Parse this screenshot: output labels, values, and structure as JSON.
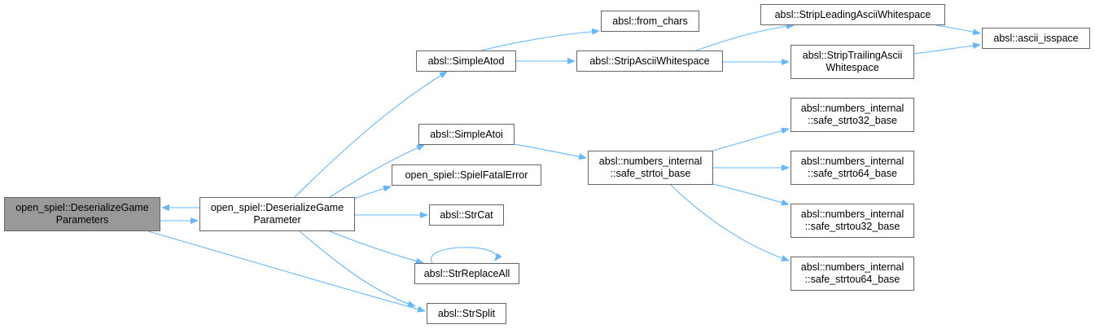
{
  "colors": {
    "edge": "#63b8ff",
    "border": "#666666",
    "root_fill": "#999999",
    "node_fill": "#ffffff"
  },
  "nodes": {
    "root": [
      "open_spiel::DeserializeGame",
      "Parameters"
    ],
    "dgp": [
      "open_spiel::DeserializeGame",
      "Parameter"
    ],
    "simpleatod": [
      "absl::SimpleAtod"
    ],
    "simpleatoi": [
      "absl::SimpleAtoi"
    ],
    "fatal": [
      "open_spiel::SpielFatalError"
    ],
    "strcat": [
      "absl::StrCat"
    ],
    "replaceall": [
      "absl::StrReplaceAll"
    ],
    "strsplit": [
      "absl::StrSplit"
    ],
    "fromchars": [
      "absl::from_chars"
    ],
    "stripascii": [
      "absl::StripAsciiWhitespace"
    ],
    "stripleading": [
      "absl::StripLeadingAsciiWhitespace"
    ],
    "striptrailing": [
      "absl::StripTrailingAscii",
      "Whitespace"
    ],
    "isspace": [
      "absl::ascii_isspace"
    ],
    "strtoi": [
      "absl::numbers_internal",
      "::safe_strtoi_base"
    ],
    "strto32": [
      "absl::numbers_internal",
      "::safe_strto32_base"
    ],
    "strto64": [
      "absl::numbers_internal",
      "::safe_strto64_base"
    ],
    "strtou32": [
      "absl::numbers_internal",
      "::safe_strtou32_base"
    ],
    "strtou64": [
      "absl::numbers_internal",
      "::safe_strtou64_base"
    ]
  }
}
